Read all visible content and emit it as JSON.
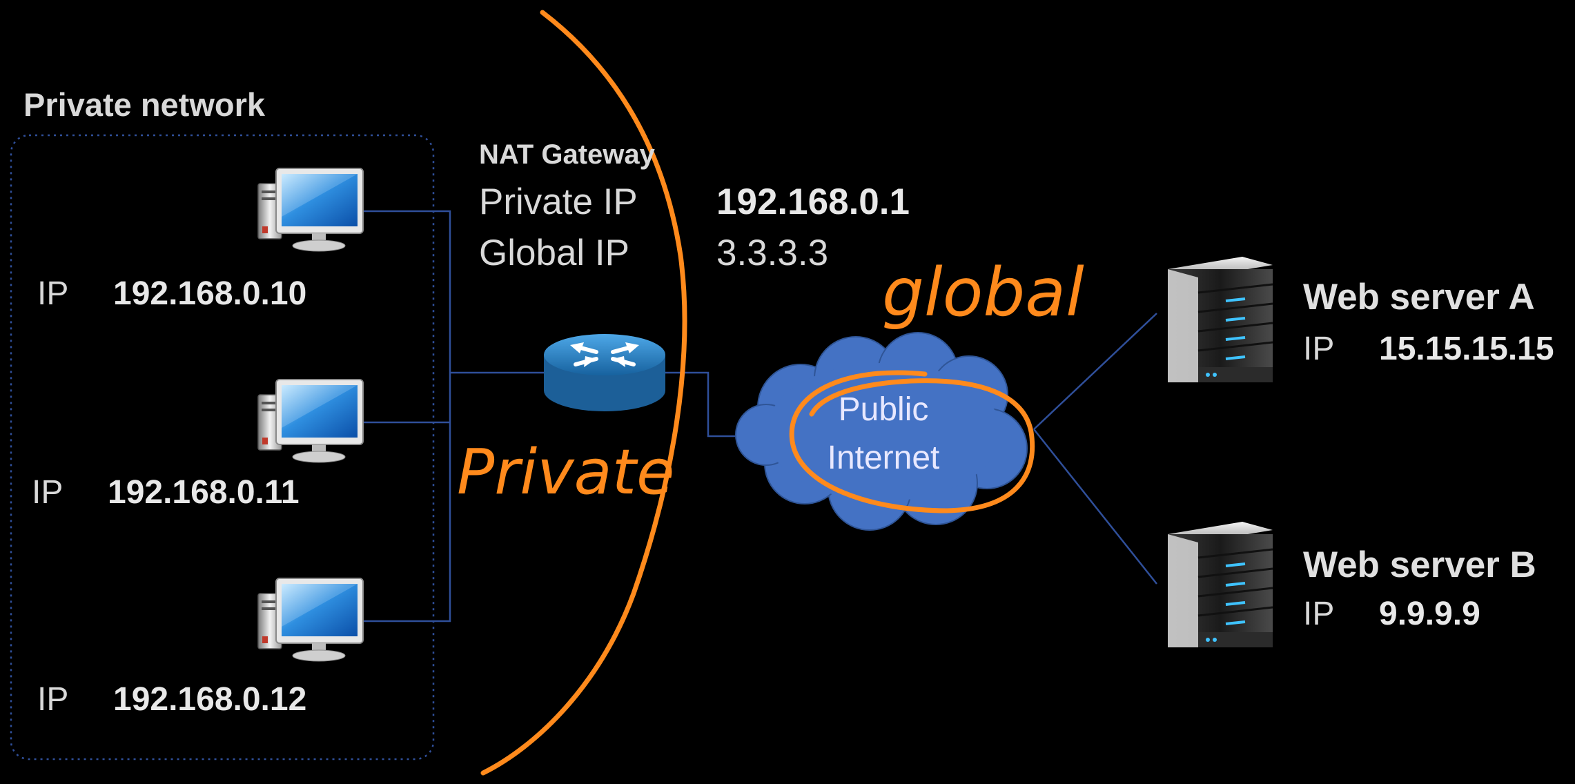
{
  "private_network": {
    "title": "Private network",
    "hosts": [
      {
        "ip_key": "IP",
        "ip": "192.168.0.10"
      },
      {
        "ip_key": "IP",
        "ip": "192.168.0.11"
      },
      {
        "ip_key": "IP",
        "ip": "192.168.0.12"
      }
    ]
  },
  "nat_gateway": {
    "title": "NAT Gateway",
    "private_ip_key": "Private IP",
    "private_ip": "192.168.0.1",
    "global_ip_key": "Global IP",
    "global_ip": "3.3.3.3"
  },
  "internet": {
    "line1": "Public",
    "line2": "Internet"
  },
  "servers": [
    {
      "name": "Web server A",
      "ip_key": "IP",
      "ip": "15.15.15.15"
    },
    {
      "name": "Web server B",
      "ip_key": "IP",
      "ip": "9.9.9.9"
    }
  ],
  "annotations": {
    "private": "Private",
    "global": "global"
  },
  "colors": {
    "background": "#000000",
    "link": "#2f4f9a",
    "cloud": "#4472c4",
    "annotation": "#ff8a1c",
    "router": "#2a7fc0"
  },
  "icons": [
    "desktop-computer-icon",
    "router-icon",
    "cloud-icon",
    "server-icon"
  ]
}
